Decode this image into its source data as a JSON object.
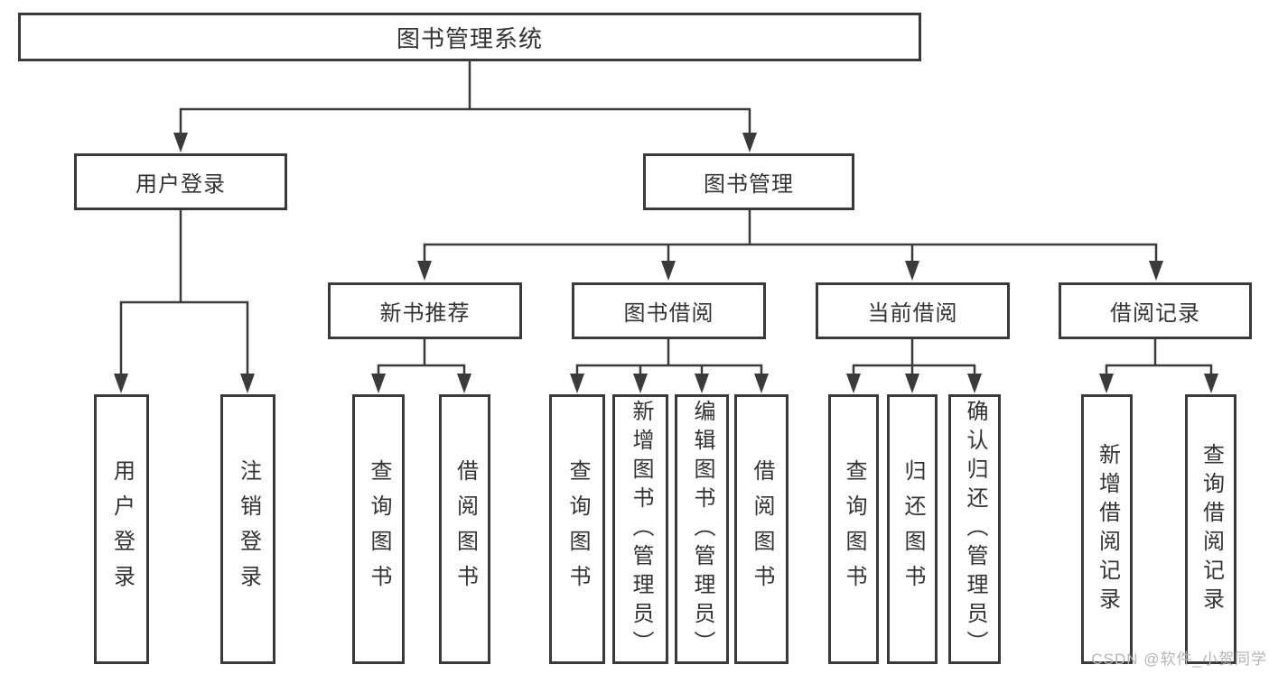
{
  "colors": {
    "line": "#3a3a3a",
    "box_border": "#3a3a3a",
    "text": "#333333",
    "watermark": "#b5b5b5",
    "background": "#ffffff"
  },
  "tree": {
    "label": "图书管理系统",
    "children": [
      {
        "label": "用户登录",
        "children": [
          {
            "label": "用户登录"
          },
          {
            "label": "注销登录"
          }
        ]
      },
      {
        "label": "图书管理",
        "children": [
          {
            "label": "新书推荐",
            "children": [
              {
                "label": "查询图书"
              },
              {
                "label": "借阅图书"
              }
            ]
          },
          {
            "label": "图书借阅",
            "children": [
              {
                "label": "查询图书"
              },
              {
                "label": "新增图书（管理员）"
              },
              {
                "label": "编辑图书（管理员）"
              },
              {
                "label": "借阅图书"
              }
            ]
          },
          {
            "label": "当前借阅",
            "children": [
              {
                "label": "查询图书"
              },
              {
                "label": "归还图书"
              },
              {
                "label": "确认归还（管理员）"
              }
            ]
          },
          {
            "label": "借阅记录",
            "children": [
              {
                "label": "新增借阅记录"
              },
              {
                "label": "查询借阅记录"
              }
            ]
          }
        ]
      }
    ]
  },
  "watermark": {
    "text": "CSDN @软件_小贺同学"
  }
}
